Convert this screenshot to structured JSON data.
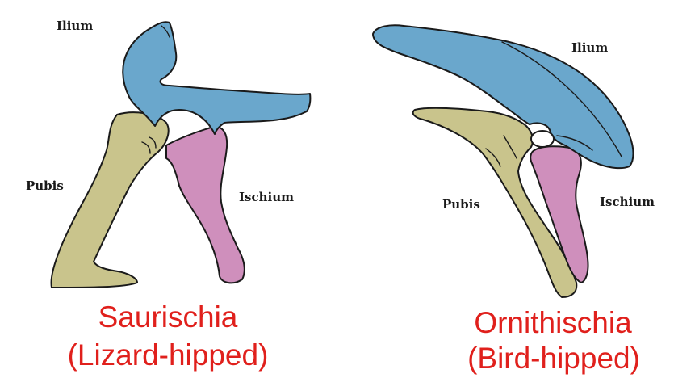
{
  "saurischia": {
    "labels": {
      "ilium": "Ilium",
      "pubis": "Pubis",
      "ischium": "Ischium"
    },
    "caption_line1": "Saurischia",
    "caption_line2": "(Lizard-hipped)"
  },
  "ornithischia": {
    "labels": {
      "ilium": "Ilium",
      "pubis": "Pubis",
      "ischium": "Ischium"
    },
    "caption_line1": "Ornithischia",
    "caption_line2": "(Bird-hipped)"
  },
  "colors": {
    "ilium": "#6aa7cc",
    "pubis": "#c9c48c",
    "ischium": "#cf8fbc",
    "caption": "#e0201c"
  }
}
